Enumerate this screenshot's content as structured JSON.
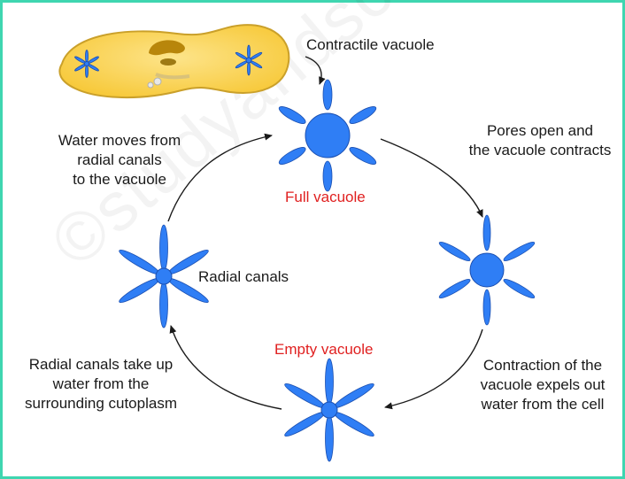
{
  "labels": {
    "contractile_vacuole": "Contractile vacuole",
    "water_moves_1": "Water moves from",
    "water_moves_2": "radial canals",
    "water_moves_3": "to the vacuole",
    "full_vacuole": "Full vacuole",
    "pores_1": "Pores open and",
    "pores_2": "the vacuole contracts",
    "radial_canals": "Radial canals",
    "take_up_1": "Radial canals take up",
    "take_up_2": "water from the",
    "take_up_3": "surrounding cutoplasm",
    "empty_vacuole": "Empty vacuole",
    "contraction_1": "Contraction of the",
    "contraction_2": "vacuole expels out",
    "contraction_3": "water from the cell"
  },
  "watermark": "©studyandscore.com",
  "colors": {
    "frame": "#3fd6b0",
    "vacuole_blue": "#2f7ef5",
    "vacuole_outline": "#1b4fb0",
    "cell_fill": "#fbd750",
    "cell_outline": "#caa02a",
    "nucleus": "#b8860b",
    "label_red": "#e02020",
    "arrow": "#1a1a1a"
  }
}
